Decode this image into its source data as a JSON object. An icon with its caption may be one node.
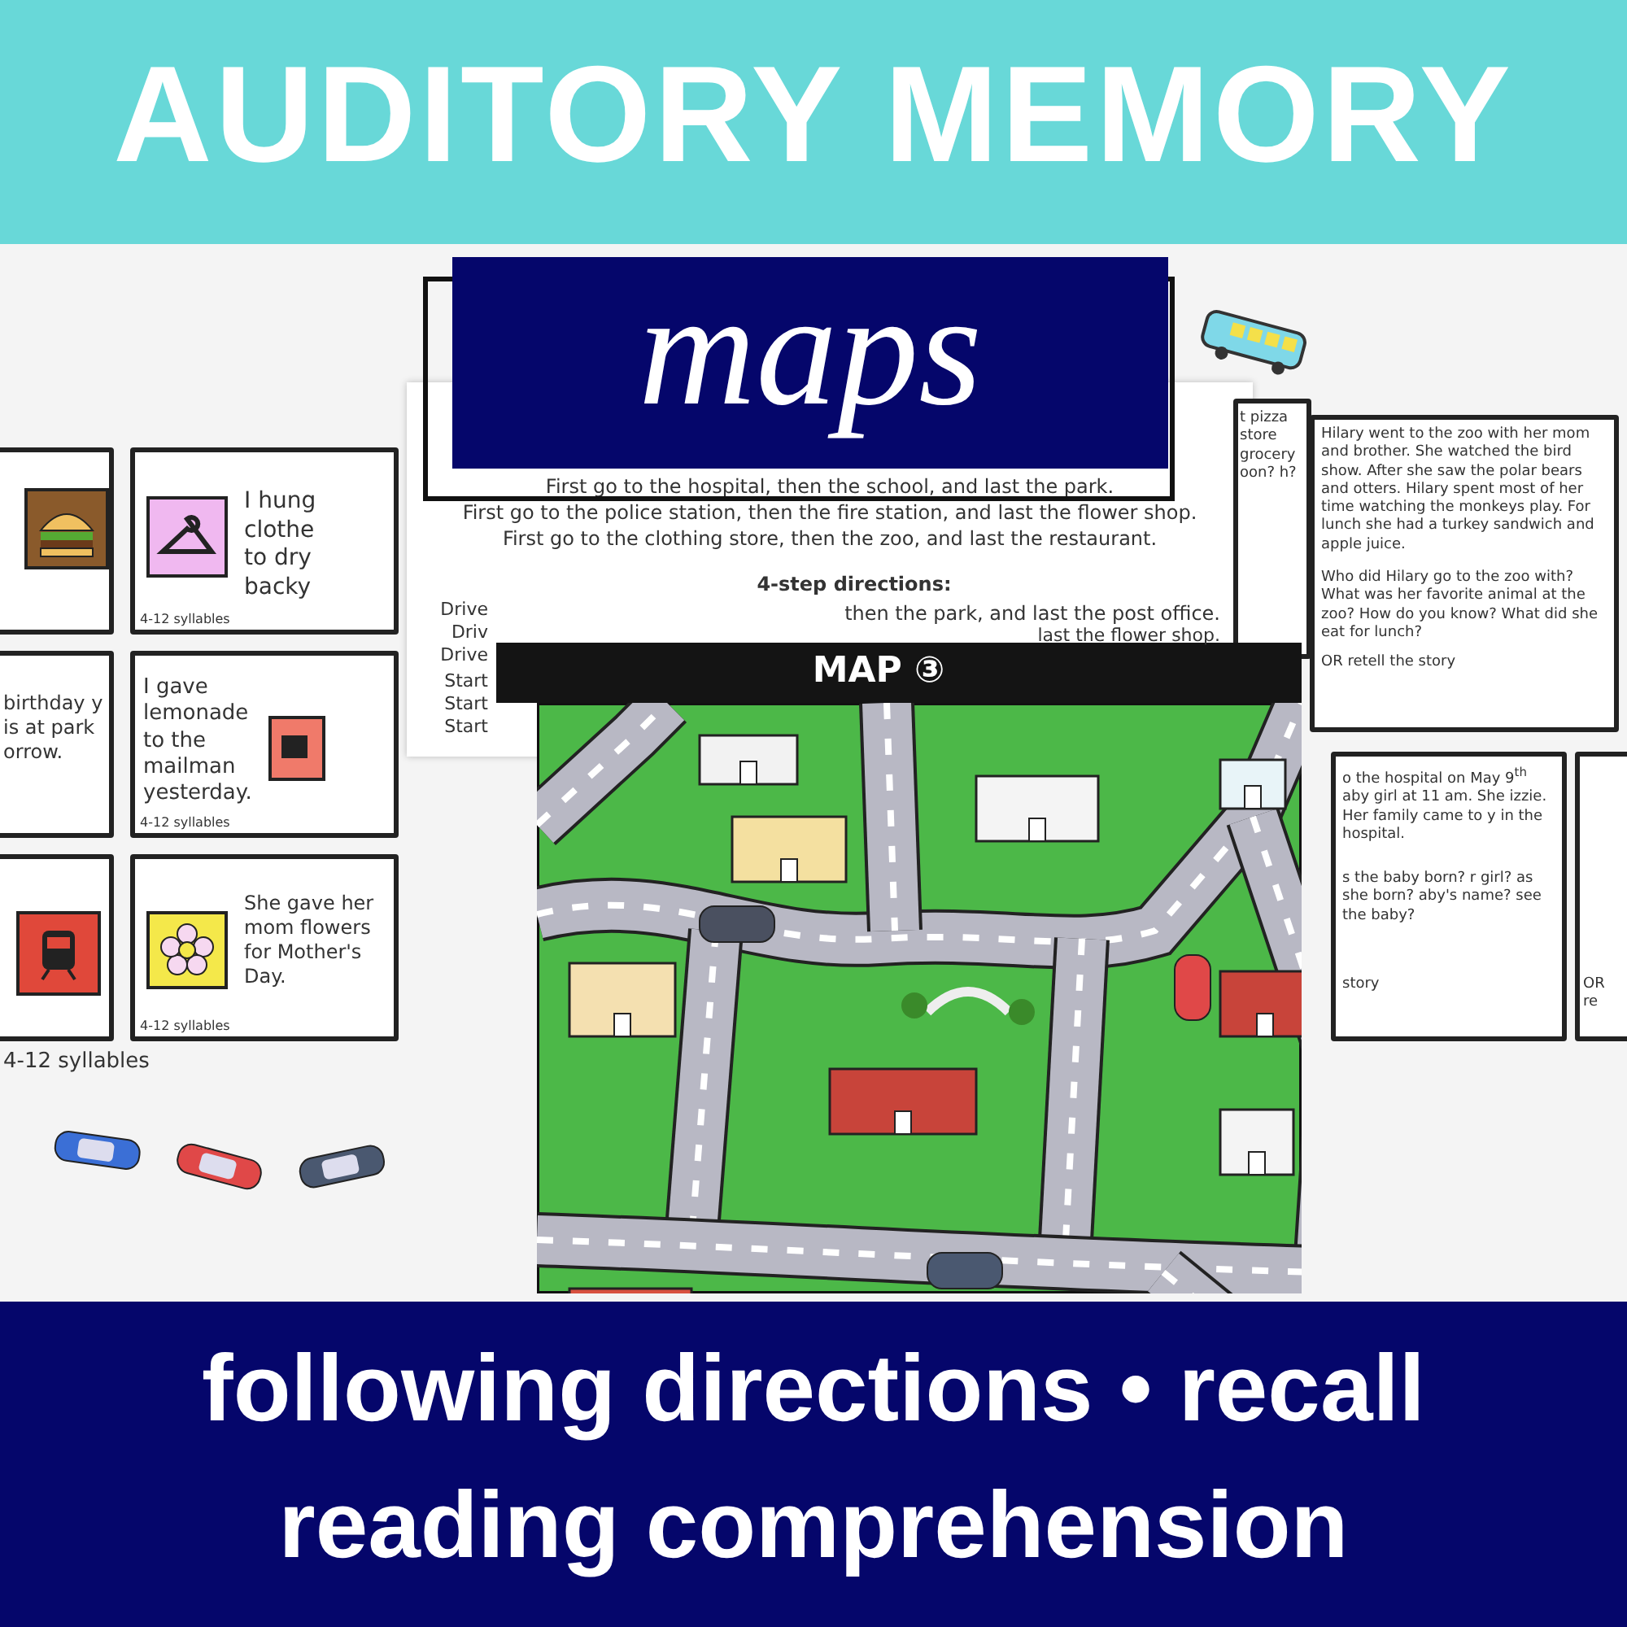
{
  "diagram": {
    "title": "AUDITORY MEMORY",
    "caption": "following directions • recall reading comprehension",
    "labels": [
      "maps",
      "First go to the hospital, then the school, and last the park.",
      "First go to the police station, then the fire station, and last the flower shop.",
      "First go to the clothing store, then the zoo, and last the restaurant.",
      "4-step directions:",
      "then the park, and last the post office.",
      "last the flower shop.",
      "Drive",
      "Driv",
      "Drive",
      "Start",
      "Start",
      "Start",
      "I hung clothe to dry backy",
      "4-12 syllables",
      "birthday y is at park orrow.",
      "I gave lemonade to the mailman yesterday.",
      "4-12 syllables",
      "She gave her mom flowers for Mother's Day.",
      "4-12 syllables",
      "4-12 syllables",
      "MAP ③",
      "Hilary went to the zoo with her mom and brother. She watched the bird show. After she saw the polar bears and otters. Hilary spent most of her time watching the monkeys play. For lunch she had a turkey sandwich and apple juice.",
      "Who did Hilary go to the zoo with? What was her favorite animal at the zoo? How do you know? What did she eat for lunch?",
      "OR retell the story",
      "o the hospital on May 9$^{th}$ aby girl at 11 am. She izzie. Her family came to y in the hospital.",
      "s the baby born? r girl? as she born? aby's name? see the baby?",
      "story",
      "t pizza store grocery oon? h?",
      "OR re"
    ]
  }
}
